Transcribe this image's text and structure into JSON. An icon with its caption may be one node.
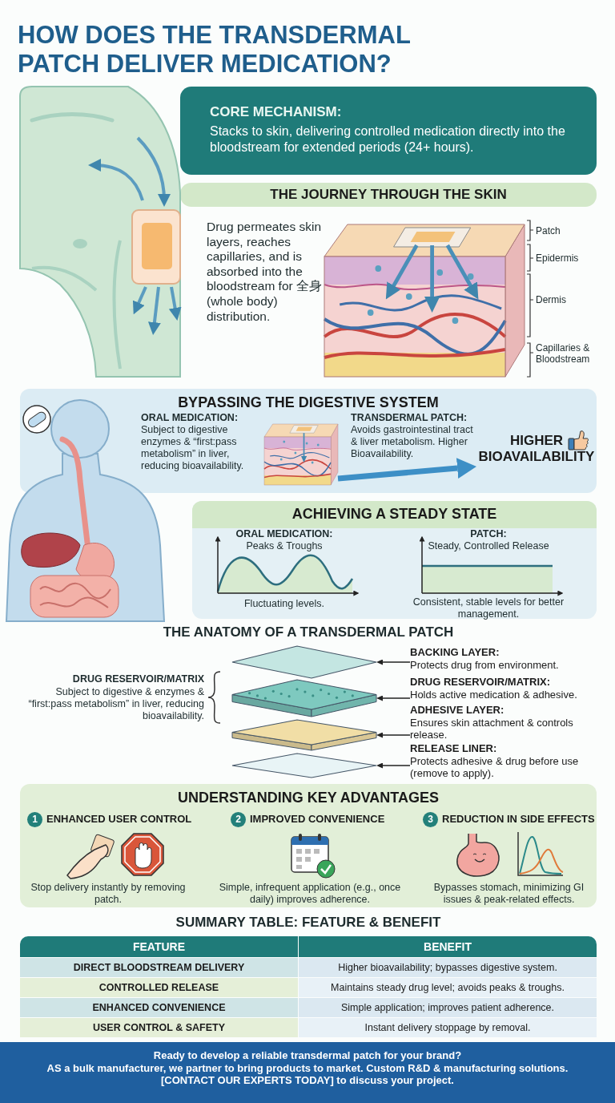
{
  "diagram": {
    "title": "HOW DOES THE TRANSDERMAL PATCH DELIVER MEDICATION?",
    "nodes": [
      {
        "text": [
          "CORE MECHANISM:",
          "Stacks to skin, delivering controlled medication directly into the bloodstream for extended periods (24+ hours)."
        ]
      },
      {
        "text": [
          "THE JOURNEY THROUGH THE SKIN"
        ]
      },
      {
        "text": [
          "BYPASSING THE DIGESTIVE SYSTEM"
        ]
      },
      {
        "text": [],
        "shape": "picture",
        "in": 2
      },
      {
        "text": [
          "HIGHER BIOAVAILABILITY"
        ],
        "in": 2
      },
      {
        "text": [
          "ACHIEVING A STEADY STATE"
        ]
      },
      {
        "text": [],
        "shape": "diamond"
      },
      {
        "text": [],
        "shape": "box"
      },
      {
        "text": [],
        "shape": "box"
      },
      {
        "text": [],
        "shape": "diamond"
      },
      {
        "text": [
          "BACKING LAYER:",
          "Protects drug from environment."
        ]
      },
      {
        "text": [
          "DRUG RESERVOIR/MATRIX:",
          "Holds active medication & adhesive."
        ]
      },
      {
        "text": [
          "ADHESIVE LAYER:",
          "Ensures skin attachment & controls release."
        ]
      },
      {
        "text": [
          "RELEASE LINER:",
          "Protects adhesive & drug before use (remove to apply)."
        ]
      },
      {
        "text": [
          "UNDERSTANDING KEY ADVANTAGES"
        ]
      },
      {
        "text": [
          "1"
        ],
        "in": 14,
        "beside": [
          "ENHANCED USER CONTROL"
        ]
      },
      {
        "text": [
          "2"
        ],
        "in": 14,
        "beside": [
          "IMPROVED CONVENIENCE"
        ]
      },
      {
        "text": [
          "3"
        ],
        "in": 14,
        "beside": [
          "REDUCTION IN SIDE EFFECTS"
        ]
      },
      {
        "text": [
          "Ready to develop a reliable transdermal patch for your brand?",
          "AS a bulk manufacturer, we partner to bring products to market. Custom R&D & manufacturing solutions.",
          "[CONTACT OUR EXPERTS TODAY] to discuss your project."
        ]
      }
    ],
    "edges": [
      {
        "from": 3,
        "to": 4,
        "arrow": "to",
        "style": "thick",
        "color": "#3d8fc6"
      },
      {
        "from": 10,
        "to": 6,
        "arrow": "to"
      },
      {
        "from": 11,
        "to": 7,
        "arrow": "to"
      },
      {
        "from": 12,
        "to": 8,
        "arrow": "to"
      },
      {
        "from": 13,
        "to": 9,
        "arrow": "to"
      }
    ],
    "labels": [
      "Drug permeates skin layers, reaches capillaries, and is absorbed into the bloodstream for 全身 (whole body) distribution.",
      "Patch",
      "Epidermis",
      "Dermis",
      "Capillaries & Bloodstream",
      "ORAL MEDICATION:",
      "Subject to digestive enzymes & “first:pass metabolism” in liver, reducing bioavailability.",
      "TRANSDERMAL PATCH:",
      "Avoids gastrointestinal tract & liver metabolism. Higher Bioavailability.",
      "ORAL MEDICATION:",
      "Peaks & Troughs",
      "Fluctuating levels.",
      "PATCH:",
      "Steady, Controlled Release",
      "Consistent, stable levels for better management.",
      "THE ANATOMY OF A TRANSDERMAL PATCH",
      "DRUG RESERVOIR/MATRIX",
      "Subject to digestive & enzymes & “first:pass metabolism” in liver, reducing bioavailability.",
      "Stop delivery instantly by removing patch.",
      "Simple, infrequent application (e.g., once daily) improves adherence.",
      "Bypasses stomach, minimizing GI issues & peak-related effects.",
      "SUMMARY TABLE: FEATURE & BENEFIT",
      "FEATURE",
      "BENEFIT",
      "DIRECT BLOODSTREAM DELIVERY",
      "Higher bioavailability; bypasses digestive system.",
      "CONTROLLED RELEASE",
      "Maintains steady drug level; avoids peaks & troughs.",
      "ENHANCED CONVENIENCE",
      "Simple application; improves patient adherence.",
      "USER CONTROL & SAFETY",
      "Instant delivery stoppage by removal."
    ]
  }
}
